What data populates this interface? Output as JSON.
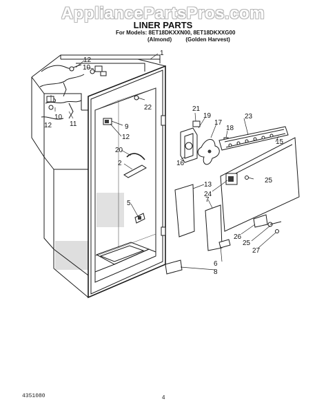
{
  "watermark": "AppliancePartsPros.com",
  "title": "LINER PARTS",
  "models_line": "For Models: 8ET18DKXXN00, 8ET18DKXXG00",
  "variants": [
    "(Almond)",
    "(Golden Harvest)"
  ],
  "footer_left": "4351080",
  "footer_page": "4",
  "callouts": [
    "1",
    "12",
    "10",
    "12",
    "10",
    "11",
    "22",
    "9",
    "12",
    "20",
    "2",
    "5",
    "21",
    "19",
    "17",
    "18",
    "16",
    "23",
    "15",
    "13",
    "7",
    "24",
    "25",
    "26",
    "25",
    "27",
    "6",
    "8"
  ]
}
